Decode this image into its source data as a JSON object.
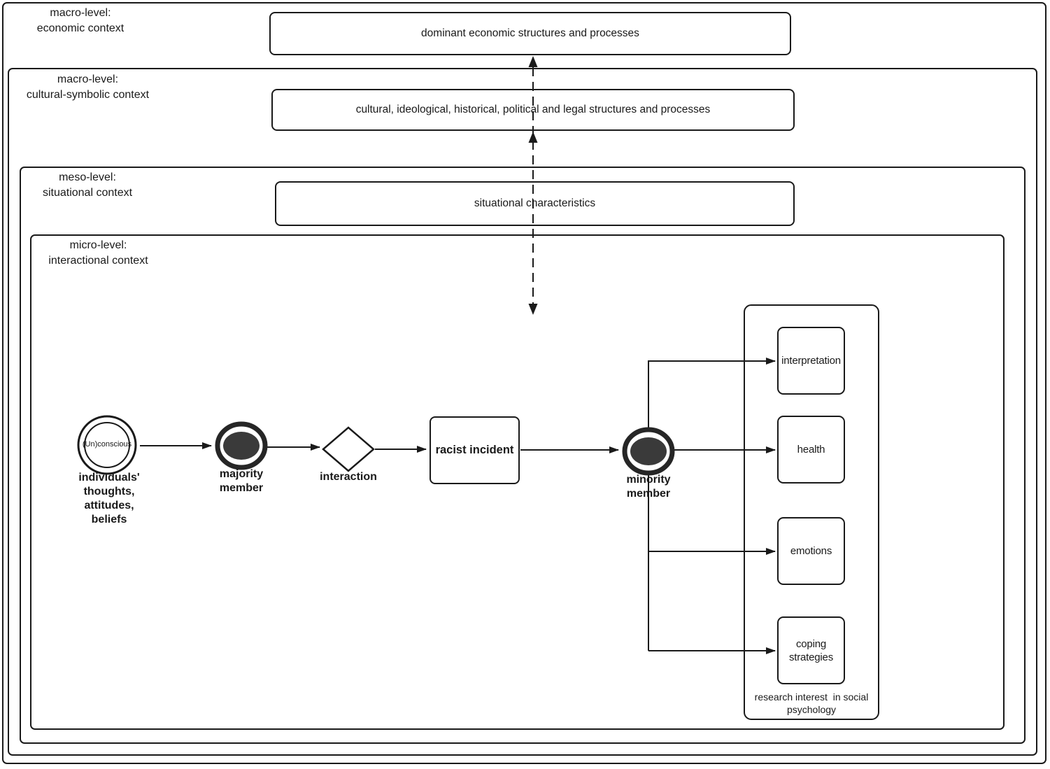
{
  "diagram": {
    "levels": {
      "economic": {
        "line1": "macro-level:",
        "line2": "economic context"
      },
      "cultural": {
        "line1": "macro-level:",
        "line2": "cultural-symbolic context"
      },
      "meso": {
        "line1": "meso-level:",
        "line2": "situational context"
      },
      "micro": {
        "line1": "micro-level:",
        "line2": "interactional context"
      }
    },
    "boxes": {
      "economic": "dominant economic structures and processes",
      "cultural": "cultural, ideological, historical, political and legal structures and processes",
      "situational": "situational characteristics",
      "racist_incident": "racist incident"
    },
    "nodes": {
      "unconscious": "(Un)conscious",
      "individuals": {
        "l1": "individuals'",
        "l2": "thoughts,",
        "l3": "attitudes,",
        "l4": "beliefs"
      },
      "majority": {
        "l1": "majority",
        "l2": "member"
      },
      "interaction": "interaction",
      "minority": {
        "l1": "minority",
        "l2": "member"
      }
    },
    "outcomes": {
      "interpretation": "interpretation",
      "health": "health",
      "emotions": "emotions",
      "coping": {
        "l1": "coping",
        "l2": "strategies"
      }
    },
    "caption": {
      "l1": "research interest  in social",
      "l2": "psychology"
    },
    "colors": {
      "ink": "#1a1a1a",
      "node_ring": "#262626",
      "node_fill": "#3a3a3a",
      "background": "#ffffff"
    }
  }
}
